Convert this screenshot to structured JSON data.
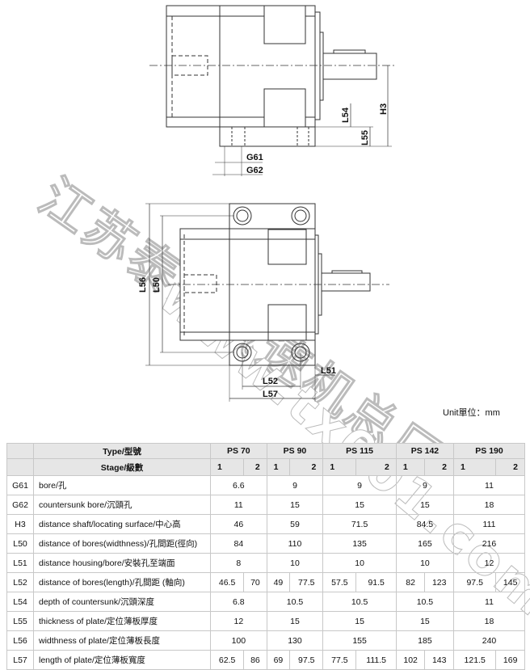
{
  "drawing": {
    "labels": {
      "G61": "G61",
      "G62": "G62",
      "H3": "H3",
      "L54": "L54",
      "L55": "L55",
      "L56": "L56",
      "L50": "L50",
      "L51": "L51",
      "L52": "L52",
      "L57": "L57"
    },
    "unit": "Unit單位：mm",
    "watermark": [
      "江苏泰兴减速机总厂",
      "www.tx001.com"
    ]
  },
  "table": {
    "type_header": "Type/型號",
    "stage_header": "Stage/級數",
    "models": [
      "PS 70",
      "PS 90",
      "PS 115",
      "PS 142",
      "PS 190"
    ],
    "stages": [
      "1",
      "2"
    ],
    "rows": [
      {
        "code": "G61",
        "desc": "bore/孔",
        "values": [
          "6.6",
          "9",
          "9",
          "9",
          "11"
        ]
      },
      {
        "code": "G62",
        "desc": "countersunk bore/沉頭孔",
        "values": [
          "11",
          "15",
          "15",
          "15",
          "18"
        ]
      },
      {
        "code": "H3",
        "desc": "distance shaft/locating surface/中心高",
        "values": [
          "46",
          "59",
          "71.5",
          "84.5",
          "111"
        ]
      },
      {
        "code": "L50",
        "desc": "distance of bores(widthness)/孔間距(徑向)",
        "values": [
          "84",
          "110",
          "135",
          "165",
          "216"
        ]
      },
      {
        "code": "L51",
        "desc": "distance housing/bore/安裝孔至端面",
        "values": [
          "8",
          "10",
          "10",
          "10",
          "12"
        ]
      },
      {
        "code": "L52",
        "desc": "distance of bores(length)/孔間距 (軸向)",
        "values": [
          "46.5",
          "70",
          "49",
          "77.5",
          "57.5",
          "91.5",
          "82",
          "123",
          "97.5",
          "145"
        ]
      },
      {
        "code": "L54",
        "desc": "depth of countersunk/沉頭深度",
        "values": [
          "6.8",
          "10.5",
          "10.5",
          "10.5",
          "11"
        ]
      },
      {
        "code": "L55",
        "desc": "thickness of plate/定位薄板厚度",
        "values": [
          "12",
          "15",
          "15",
          "15",
          "18"
        ]
      },
      {
        "code": "L56",
        "desc": "widthness of plate/定位薄板長度",
        "values": [
          "100",
          "130",
          "155",
          "185",
          "240"
        ]
      },
      {
        "code": "L57",
        "desc": "length of plate/定位薄板寬度",
        "values": [
          "62.5",
          "86",
          "69",
          "97.5",
          "77.5",
          "111.5",
          "102",
          "143",
          "121.5",
          "169"
        ]
      }
    ]
  }
}
